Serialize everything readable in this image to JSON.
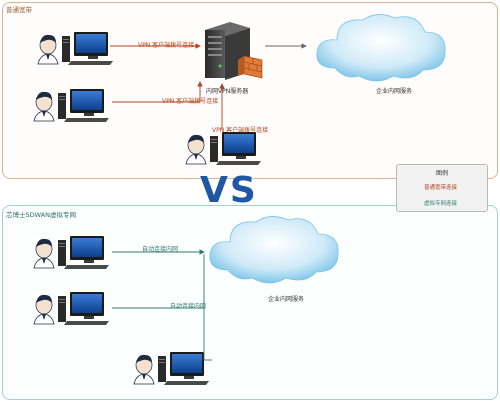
{
  "top_panel": {
    "title": "普通宽带",
    "vpn_label_1": "VPN 客户端拨号连接",
    "vpn_label_2": "VPN 客户端拨号连接",
    "vpn_label_3": "VPN 客户端拨号连接",
    "server_label": "内网VPN服务器",
    "cloud_label": "企业内网服务"
  },
  "vs_text": "VS",
  "legend": {
    "title": "图例",
    "item_1": "普通宽带连接",
    "item_2": "虚拟专网连接",
    "color_1": "#b0421d",
    "color_2": "#2e7b6f"
  },
  "bottom_panel": {
    "title": "芯博士SDWAN虚拟专网",
    "auto_label_1": "自动连接内网",
    "auto_label_2": "自动连接内网",
    "cloud_label": "企业内网服务"
  }
}
